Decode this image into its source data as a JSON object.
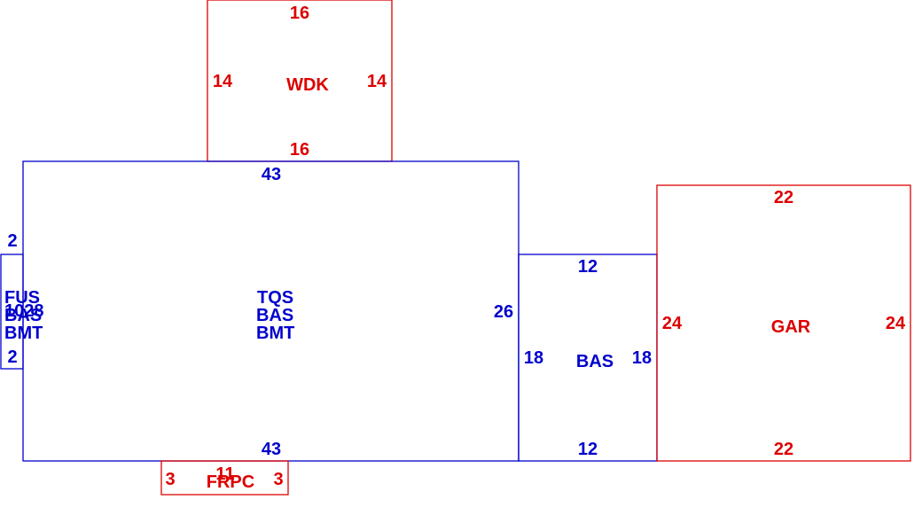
{
  "colors": {
    "living": "#0000cc",
    "other": "#dd0000",
    "background": "#ffffff"
  },
  "areas": {
    "wdk": {
      "code": "WDK",
      "dims": {
        "top": "16",
        "bottom": "16",
        "left": "14",
        "right": "14"
      }
    },
    "main": {
      "codes": [
        "TQS",
        "BAS",
        "BMT"
      ],
      "dims": {
        "top": "43",
        "bottom": "43",
        "right": "26"
      }
    },
    "left_strip": {
      "codes": [
        "FUS",
        "BAS",
        "BMT"
      ],
      "overlap_text": "1028",
      "dims": {
        "top": "2",
        "bottom": "2"
      }
    },
    "bas": {
      "code": "BAS",
      "dims": {
        "top": "12",
        "bottom": "12",
        "left": "18",
        "right": "18"
      }
    },
    "gar": {
      "code": "GAR",
      "dims": {
        "top": "22",
        "bottom": "22",
        "left": "24",
        "right": "24"
      }
    },
    "frpc": {
      "code": "FRPC",
      "dims": {
        "width": "11",
        "left": "3",
        "right": "3"
      }
    }
  }
}
